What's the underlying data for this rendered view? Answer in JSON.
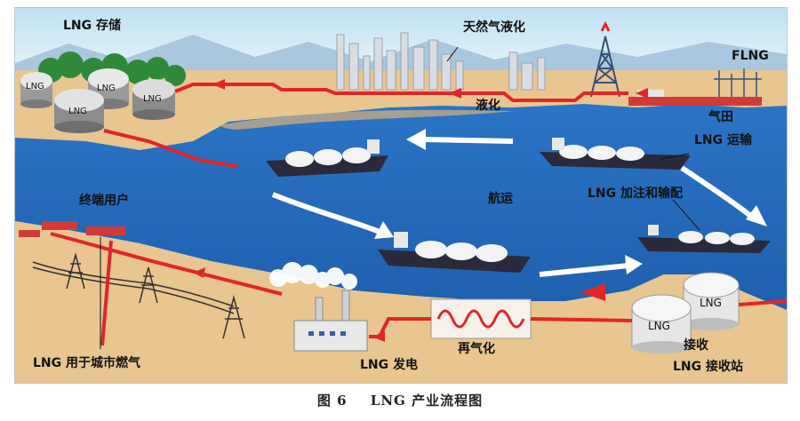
{
  "figure": {
    "caption_number": "图 6",
    "caption_title": "LNG 产业流程图"
  },
  "labels": {
    "lng_storage": "LNG 存储",
    "gas_liquefaction": "天然气液化",
    "flng": "FLNG",
    "liquefaction": "液化",
    "gas_field": "气田",
    "lng_transport": "LNG 运输",
    "shipping": "航运",
    "lng_bunkering": "LNG 加注和输配",
    "end_users": "终端用户",
    "city_gas": "LNG 用于城市燃气",
    "lng_power": "LNG 发电",
    "regasification": "再气化",
    "receiving": "接收",
    "receiving_station": "LNG 接收站"
  },
  "tank_labels": {
    "storage_small": "LNG",
    "storage_mid_a": "LNG",
    "storage_mid_b": "LNG",
    "storage_big": "LNG",
    "terminal_a": "LNG",
    "terminal_b": "LNG"
  },
  "colors": {
    "sea": "#2a6fc0",
    "land": "#e9c58f",
    "pipe": "#e0262a",
    "sky": "#d6ecf6"
  }
}
